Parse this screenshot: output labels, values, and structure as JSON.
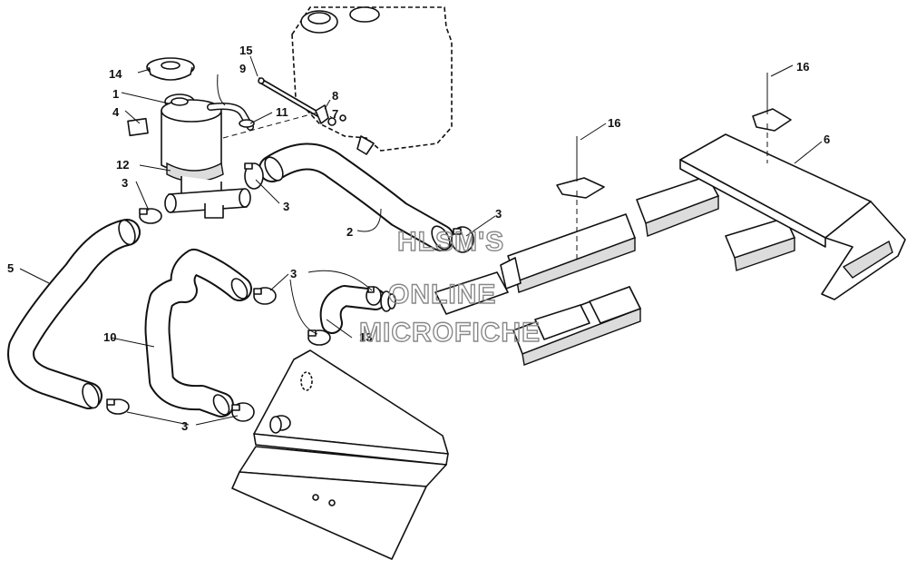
{
  "callouts": {
    "c1": "1",
    "c2": "2",
    "c3a": "3",
    "c3b": "3",
    "c3c": "3",
    "c3d": "3",
    "c3e": "3",
    "c4": "4",
    "c5": "5",
    "c6": "6",
    "c7": "7",
    "c8": "8",
    "c9": "9",
    "c10": "10",
    "c11": "11",
    "c12": "12",
    "c13": "13",
    "c14": "14",
    "c15": "15",
    "c16a": "16",
    "c16b": "16"
  },
  "watermark": {
    "line1": "HLSM'S",
    "line2": "ONLINE",
    "line3": "MICROFICHE"
  }
}
